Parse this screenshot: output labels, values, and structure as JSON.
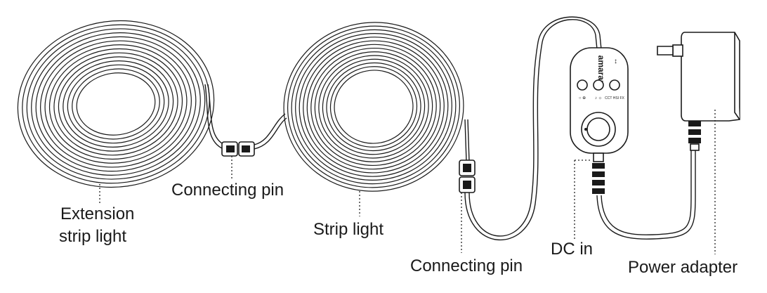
{
  "diagram": {
    "labels": {
      "extension_line1": "Extension",
      "extension_line2": "strip light",
      "connecting_pin_1": "Connecting pin",
      "strip_light": "Strip light",
      "connecting_pin_2": "Connecting pin",
      "dc_in": "DC in",
      "power_adapter": "Power adapter"
    },
    "controller": {
      "brand": "amaran",
      "button_labels": [
        "○ ⊕",
        "♪ ☼",
        "CCT HSI FX"
      ]
    },
    "icons": [
      "coil-icon",
      "connector-icon",
      "controller-icon",
      "knob-icon",
      "power-adapter-icon",
      "plug-icon"
    ],
    "colors": {
      "line": "#1a1a1a",
      "background": "#ffffff"
    }
  }
}
